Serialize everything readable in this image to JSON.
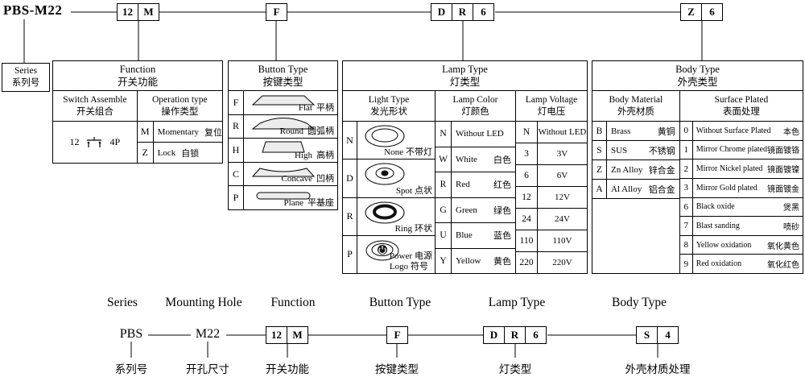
{
  "page": {
    "bg": "#ffffff",
    "line_color": "#000000"
  },
  "top_code": {
    "prefix": "PBS-M22",
    "function_cells": [
      "12",
      "M"
    ],
    "button_cells": [
      "F"
    ],
    "lamp_cells": [
      "D",
      "R",
      "6"
    ],
    "body_cells": [
      "Z",
      "6"
    ]
  },
  "series_box": {
    "en": "Series",
    "zh": "系列号"
  },
  "function_table": {
    "title_en": "Function",
    "title_zh": "开关功能",
    "col1_en": "Switch Assemble",
    "col1_zh": "开关组合",
    "col2_en": "Operation type",
    "col2_zh": "操作类型",
    "assemble": {
      "code": "12",
      "value": "4P",
      "icon": "pushbutton-switch-symbol"
    },
    "operations": [
      {
        "code": "M",
        "en": "Momentary",
        "zh": "复位"
      },
      {
        "code": "Z",
        "en": "Lock",
        "zh": "自锁"
      }
    ]
  },
  "button_table": {
    "title_en": "Button Type",
    "title_zh": "按键类型",
    "rows": [
      {
        "code": "F",
        "en": "Flat",
        "zh": "平柄",
        "shape": "flat-cap"
      },
      {
        "code": "R",
        "en": "Round",
        "zh": "圆弧柄",
        "shape": "round-cap"
      },
      {
        "code": "H",
        "en": "High",
        "zh": "高柄",
        "shape": "high-cap"
      },
      {
        "code": "C",
        "en": "Concave",
        "zh": "凹柄",
        "shape": "concave-cap"
      },
      {
        "code": "P",
        "en": "Plane",
        "zh": "平基座",
        "shape": "plane-base"
      }
    ]
  },
  "lamp_table": {
    "title_en": "Lamp Type",
    "title_zh": "灯类型",
    "light": {
      "header_en": "Light Type",
      "header_zh": "发光形状",
      "rows": [
        {
          "code": "N",
          "en": "None",
          "zh": "不带灯",
          "icon": "button-top-none"
        },
        {
          "code": "D",
          "en": "Spot",
          "zh": "点状",
          "icon": "button-top-spot"
        },
        {
          "code": "R",
          "en": "Ring",
          "zh": "环状",
          "icon": "button-top-ring"
        },
        {
          "code": "P",
          "en": "Power",
          "zh": "电源",
          "line2": "Logo 符号",
          "icon": "button-top-power"
        }
      ]
    },
    "color": {
      "header_en": "Lamp Color",
      "header_zh": "灯颜色",
      "rows": [
        {
          "code": "N",
          "en": "Without LED",
          "zh": ""
        },
        {
          "code": "W",
          "en": "White",
          "zh": "白色"
        },
        {
          "code": "R",
          "en": "Red",
          "zh": "红色"
        },
        {
          "code": "G",
          "en": "Green",
          "zh": "绿色"
        },
        {
          "code": "U",
          "en": "Blue",
          "zh": "蓝色"
        },
        {
          "code": "Y",
          "en": "Yellow",
          "zh": "黄色"
        }
      ]
    },
    "voltage": {
      "header_en": "Lamp Voltage",
      "header_zh": "灯电压",
      "rows": [
        {
          "code": "N",
          "value": "Without LED"
        },
        {
          "code": "3",
          "value": "3V"
        },
        {
          "code": "6",
          "value": "6V"
        },
        {
          "code": "12",
          "value": "12V"
        },
        {
          "code": "24",
          "value": "24V"
        },
        {
          "code": "110",
          "value": "110V"
        },
        {
          "code": "220",
          "value": "220V"
        }
      ]
    }
  },
  "body_table": {
    "title_en": "Body Type",
    "title_zh": "外壳类型",
    "material": {
      "header_en": "Body Material",
      "header_zh": "外壳材质",
      "rows": [
        {
          "code": "B",
          "en": "Brass",
          "zh": "黄铜"
        },
        {
          "code": "S",
          "en": "SUS",
          "zh": "不锈钢"
        },
        {
          "code": "Z",
          "en": "Zn Alloy",
          "zh": "锌合金"
        },
        {
          "code": "A",
          "en": "Al Alloy",
          "zh": "铝合金"
        }
      ]
    },
    "surface": {
      "header_en": "Surface Plated",
      "header_zh": "表面处理",
      "rows": [
        {
          "code": "0",
          "en": "Without Surface Plated",
          "zh": "本色"
        },
        {
          "code": "1",
          "en": "Mirror Chrome plated",
          "zh": "镜面镀铬"
        },
        {
          "code": "2",
          "en": "Mirror Nickel plated",
          "zh": "镜面镀镍"
        },
        {
          "code": "3",
          "en": "Mirror Gold plated",
          "zh": "镜面镀金"
        },
        {
          "code": "6",
          "en": "Black oxide",
          "zh": "煲黑"
        },
        {
          "code": "7",
          "en": "Blast sanding",
          "zh": "喷砂"
        },
        {
          "code": "8",
          "en": "Yellow oxidation",
          "zh": "氧化黄色"
        },
        {
          "code": "9",
          "en": "Red oxidation",
          "zh": "氧化红色"
        }
      ]
    }
  },
  "example": {
    "headers": [
      "Series",
      "Mounting Hole",
      "Function",
      "Button Type",
      "Lamp Type",
      "Body Type"
    ],
    "series_code": "PBS",
    "mounting_code": "M22",
    "function_cells": [
      "12",
      "M"
    ],
    "button_cells": [
      "F"
    ],
    "lamp_cells": [
      "D",
      "R",
      "6"
    ],
    "body_cells": [
      "S",
      "4"
    ],
    "footers": [
      "系列号",
      "开孔尺寸",
      "开关功能",
      "按键类型",
      "灯类型",
      "外壳材质处理"
    ]
  }
}
